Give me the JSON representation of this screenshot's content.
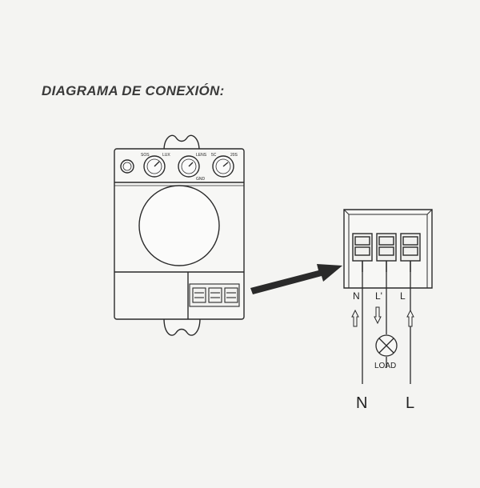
{
  "title": "DIAGRAMA DE CONEXIÓN:",
  "sensor": {
    "dials": [
      {
        "top_left": "SOS",
        "top_right": "LUX",
        "bottom_left": "",
        "bottom_right": ""
      },
      {
        "top_left": "",
        "top_right": "LENS",
        "bottom_left": "",
        "bottom_right": "GND"
      },
      {
        "top_left": "5C",
        "top_right": "20S",
        "bottom_left": "",
        "bottom_right": ""
      }
    ]
  },
  "terminals": {
    "labels": [
      "N",
      "L'",
      "L"
    ]
  },
  "load_label": "LOAD",
  "supply": {
    "neutral": "N",
    "line": "L"
  },
  "colors": {
    "ink": "#2a2a2a",
    "paper": "#f4f4f2",
    "device": "#f7f7f5"
  }
}
